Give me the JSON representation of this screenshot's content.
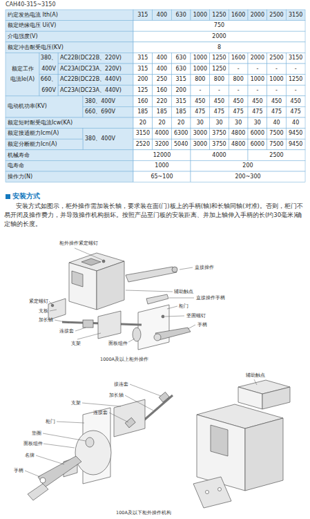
{
  "diagram": {
    "title": "CAH40-315~3150",
    "labels": [
      "约定发热电流 Ith(A)",
      "315",
      "400",
      "630",
      "1000",
      "1250",
      "1600",
      "2000",
      "2500",
      "3150",
      "额定绝缘电压 Ui(V)",
      "750",
      "介电强度(V)",
      "2000",
      "额定冲击耐受电压(KV)",
      "8",
      "额定工作",
      "电流Ie(A)",
      "380、",
      "400V",
      "660、",
      "690V",
      "AC22B(DC22B、220V)",
      "315",
      "400",
      "630",
      "1000",
      "1250",
      "1600",
      "2000",
      "2500",
      "3150",
      "AC23A(DC23A、220V)",
      "315",
      "400",
      "630",
      "1000",
      "1250",
      "-",
      "-",
      "-",
      "-",
      "AC22B(DC22B、440V)",
      "200",
      "250",
      "315",
      "800",
      "800",
      "800",
      "1000",
      "1000",
      "1250",
      "AC23A(DC23A、440V)",
      "125",
      "160",
      "200",
      "-",
      "-",
      "-",
      "-",
      "-",
      "-",
      "电动机功率(KV)",
      "380、400V",
      "160",
      "220",
      "315",
      "450",
      "450",
      "450",
      "450",
      "450",
      "450",
      "660、690V",
      "185",
      "185",
      "185",
      "475",
      "475",
      "475",
      "475",
      "475",
      "475",
      "额定短时耐受电流Icw(KA)",
      "20",
      "20",
      "20",
      "30",
      "30",
      "30",
      "30",
      "40",
      "40",
      "额定接通能力Icm(A)",
      "380、400V",
      "3150",
      "4000",
      "6300",
      "3000",
      "3750",
      "4800",
      "6000",
      "7500",
      "9450",
      "额定分断能力Icn(A)",
      "2520",
      "3200",
      "5040",
      "3000",
      "3750",
      "4800",
      "6000",
      "7500",
      "9450",
      "机械寿命",
      "12000",
      "4000",
      "2500",
      "电寿命",
      "1000",
      "200",
      "操作力(N)",
      "65~100",
      "200~300",
      "安装方式",
      "安装方式如图示，柜外操作需加装长轴，要求装在面(门)板上的手柄(轴)和长轴同轴(对准)。否则，柜门不易开闭及操作费力，并导致操作机构损坏。按照产品至门板的安装距离、并加上轴伸入手柄的长(约30毫米)确定轴的长度。",
      "柜外操作紧定螺钉",
      "直接操作",
      "辅助触点",
      "直接操作手柄",
      "紧定螺钉",
      "柜门",
      "支板",
      "坚固螺钉",
      "加长轴",
      "手柄",
      "连接套",
      "支架",
      "面板组件",
      "1000A及以上柜外操作",
      "辅助触点",
      "接连套",
      "加长轴",
      "支架",
      "连接套",
      "柜门",
      "垫圈",
      "面板组件",
      "名牌",
      "手柄",
      "100A及以下柜外操作机构"
    ]
  }
}
